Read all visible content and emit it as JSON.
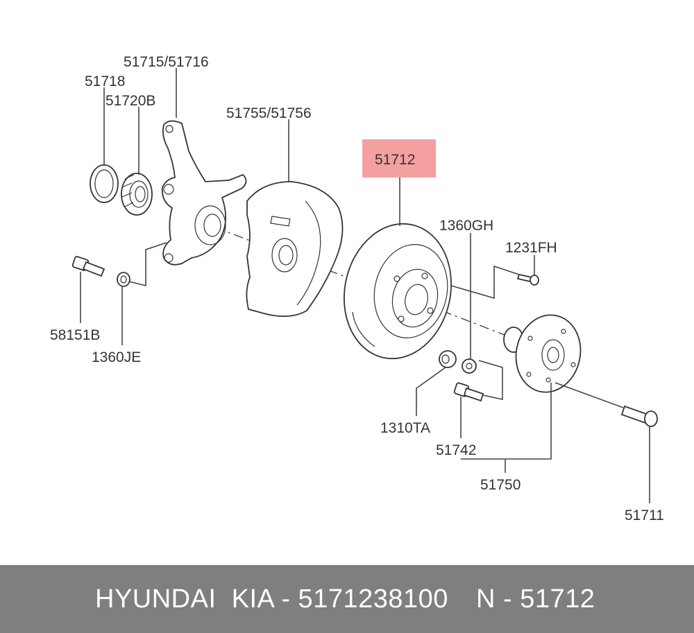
{
  "labels": {
    "p51715": "51715/51716",
    "p51718": "51718",
    "p51720b": "51720B",
    "p51755": "51755/51756",
    "p51712": "51712",
    "p1360gh": "1360GH",
    "p1231fh": "1231FH",
    "p58151b": "58151B",
    "p1360je": "1360JE",
    "p1310ta": "1310TA",
    "p51742": "51742",
    "p51750": "51750",
    "p51711": "51711"
  },
  "highlight_color": "#f4a0a0",
  "footer": {
    "brand": "HYUNDAI  KIA - 5171238100",
    "ref": "N - 51712"
  }
}
